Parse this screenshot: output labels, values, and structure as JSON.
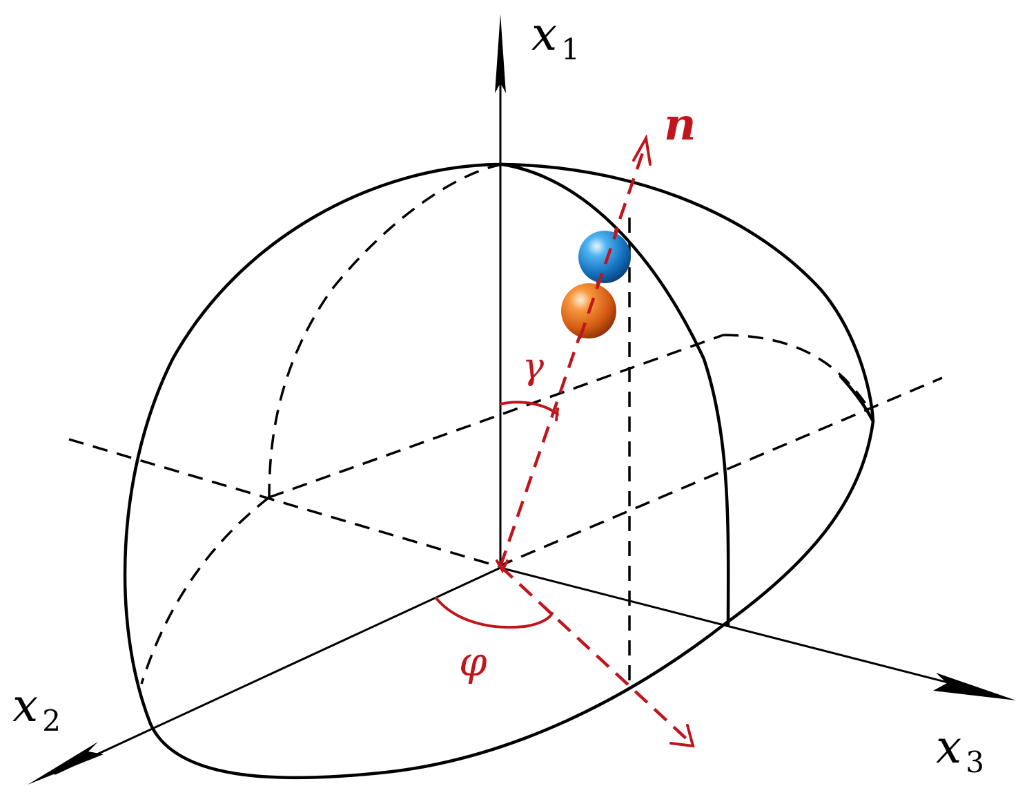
{
  "labels": {
    "x1": {
      "base": "x",
      "sub": "1"
    },
    "x2": {
      "base": "x",
      "sub": "2"
    },
    "x3": {
      "base": "x",
      "sub": "3"
    },
    "n": "n",
    "gamma": "γ",
    "phi": "φ"
  },
  "colors": {
    "line": "#000000",
    "accent": "#c0151c",
    "sphere_blue": "#1a7fd0",
    "sphere_orange": "#e4661a"
  }
}
